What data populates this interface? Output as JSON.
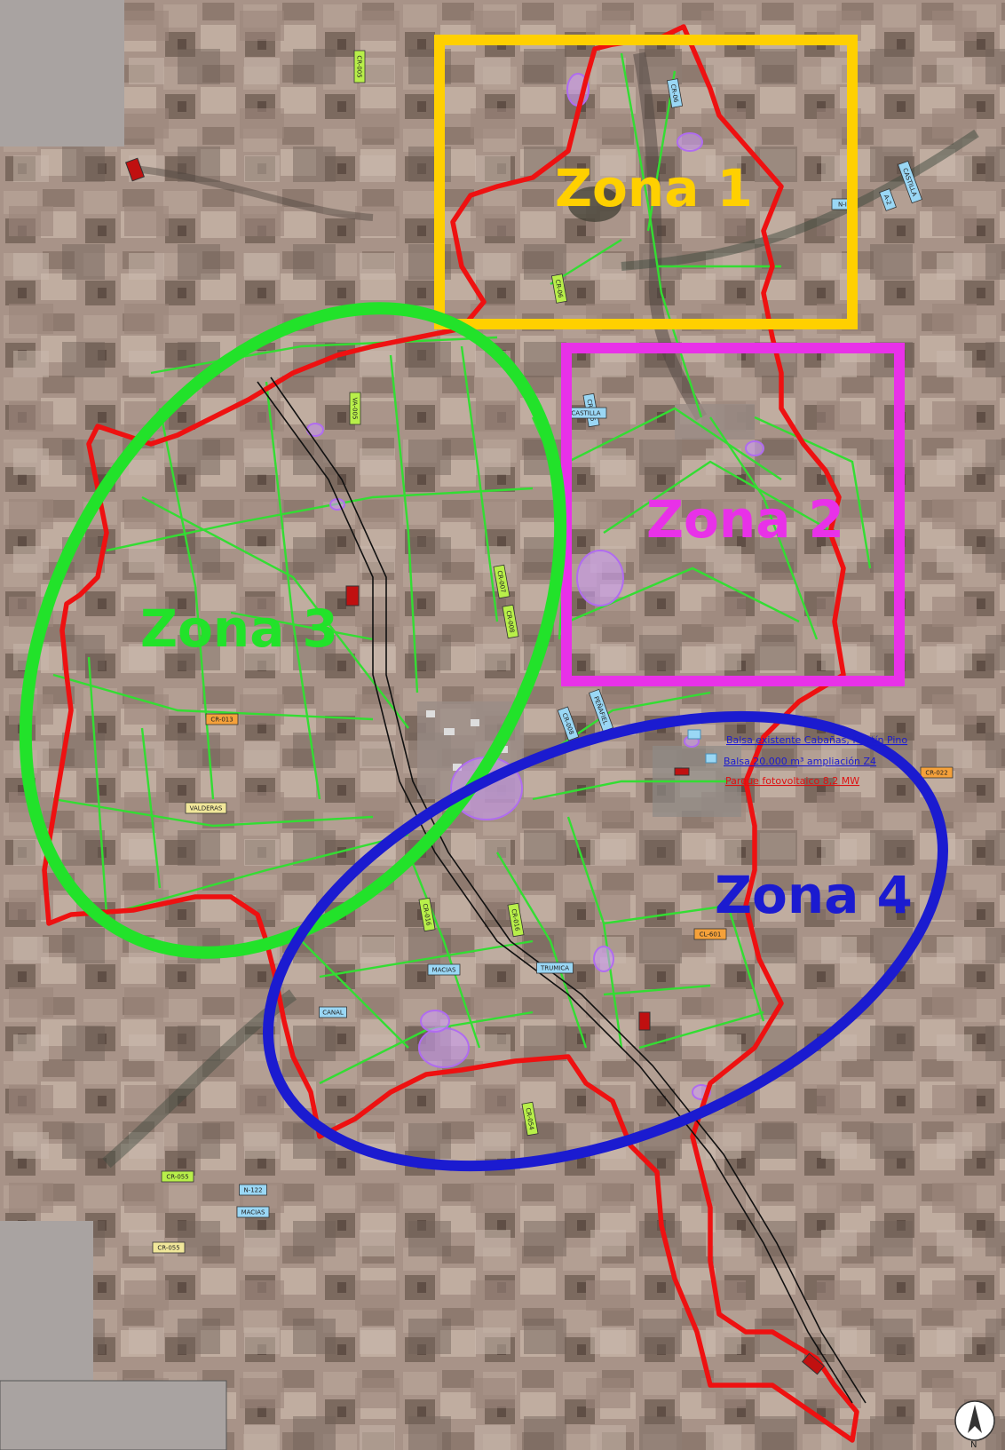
{
  "map": {
    "colors": {
      "terrain": "#a89388",
      "field_dark": "#6e5d52",
      "field_light": "#c2b0a3",
      "margin_grey": "#a9a3a1",
      "boundary": "#ee1111",
      "roads": "#33dd33",
      "railway": "#111111",
      "zone1": "#ffd000",
      "zone2": "#e831e8",
      "zone3": "#22e22a",
      "zone4": "#1b1bd0",
      "ponds": "#b06cf0"
    },
    "zones": [
      {
        "id": "zone-1",
        "label": "Zona 1",
        "color": "#ffd000"
      },
      {
        "id": "zone-2",
        "label": "Zona 2",
        "color": "#e831e8"
      },
      {
        "id": "zone-3",
        "label": "Zona 3",
        "color": "#22e22a"
      },
      {
        "id": "zone-4",
        "label": "Zona 4",
        "color": "#1b1bd0"
      }
    ],
    "legend": {
      "balsa_existente": "Balsa existente Cabañas, Martín Pino",
      "balsa_20000": "Balsa 20.000 m³ ampliación Z4",
      "parque_fotovoltaico": "Parque fotovoltaico 8,2 MW"
    },
    "road_tags": [
      {
        "text": "CR-005",
        "kind": "green"
      },
      {
        "text": "CR-06",
        "kind": "blue"
      },
      {
        "text": "CASTILLA",
        "kind": "blue"
      },
      {
        "text": "N-II",
        "kind": "blue"
      },
      {
        "text": "A-2",
        "kind": "blue"
      },
      {
        "text": "CR-06",
        "kind": "green"
      },
      {
        "text": "VA-005",
        "kind": "green"
      },
      {
        "text": "CR-035",
        "kind": "blue"
      },
      {
        "text": "CASTILLA",
        "kind": "blue"
      },
      {
        "text": "CR-007",
        "kind": "green"
      },
      {
        "text": "CR-008",
        "kind": "green"
      },
      {
        "text": "PEÑAFIEL",
        "kind": "blue"
      },
      {
        "text": "CR-013",
        "kind": "orange"
      },
      {
        "text": "VALDERAS",
        "kind": "yellow"
      },
      {
        "text": "CR-008",
        "kind": "blue"
      },
      {
        "text": "CR-016",
        "kind": "green"
      },
      {
        "text": "CR-022",
        "kind": "orange"
      },
      {
        "text": "CL-601",
        "kind": "orange"
      },
      {
        "text": "CR-016",
        "kind": "green"
      },
      {
        "text": "TRUMICA",
        "kind": "blue"
      },
      {
        "text": "MACIAS",
        "kind": "blue"
      },
      {
        "text": "CANAL",
        "kind": "blue"
      },
      {
        "text": "CR-054",
        "kind": "green"
      },
      {
        "text": "N-122",
        "kind": "blue"
      },
      {
        "text": "MACIAS",
        "kind": "blue"
      },
      {
        "text": "CR-055",
        "kind": "green"
      },
      {
        "text": "CR-055",
        "kind": "yellow"
      }
    ],
    "north_arrow": "N"
  }
}
